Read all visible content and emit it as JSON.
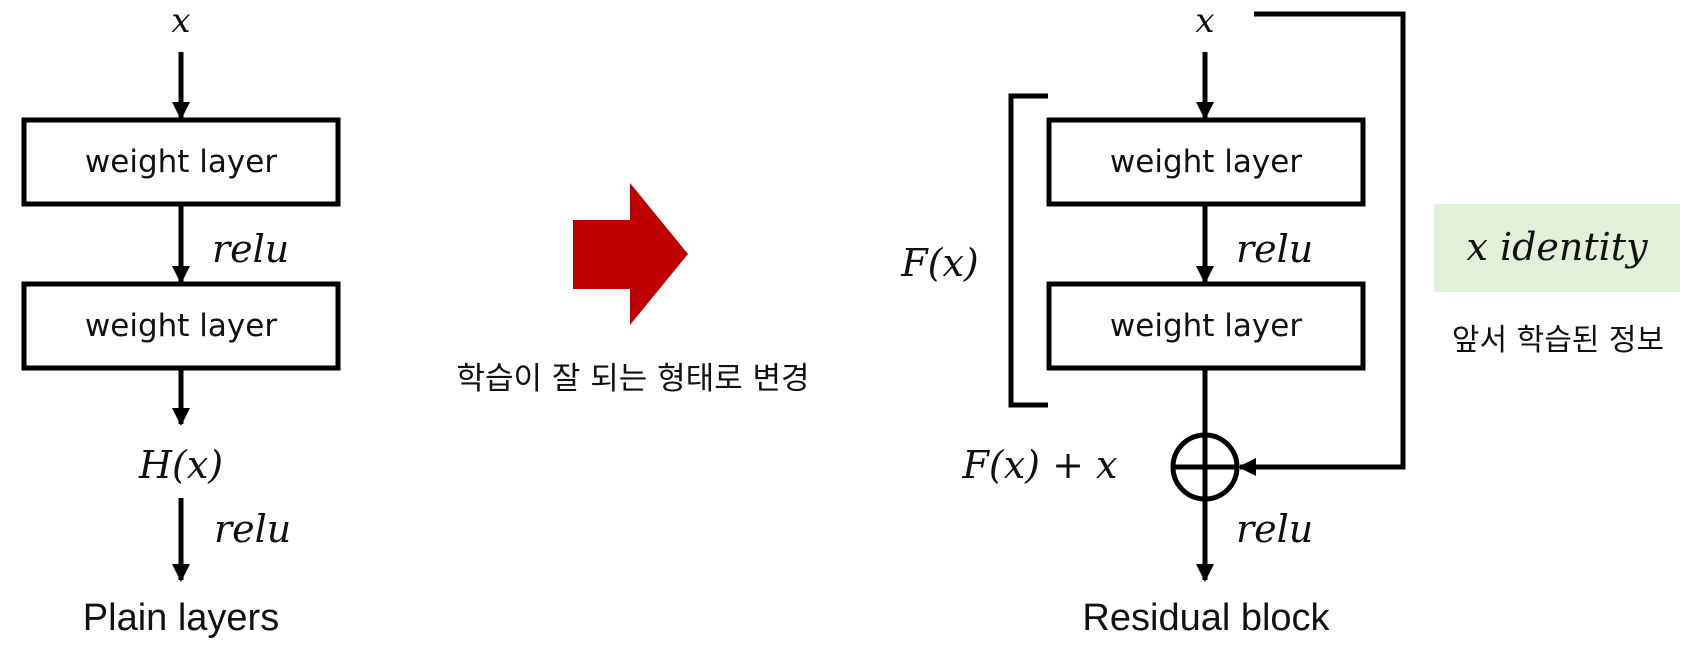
{
  "plain": {
    "input": "x",
    "layer1": "weight layer",
    "activation1": "relu",
    "layer2": "weight layer",
    "output": "H(x)",
    "activation2": "relu",
    "caption": "Plain layers"
  },
  "transition": {
    "arrow_color": "#c00000",
    "text": "학습이 잘 되는 형태로 변경"
  },
  "residual": {
    "input": "x",
    "function_label": "F(x)",
    "layer1": "weight layer",
    "activation1": "relu",
    "layer2": "weight layer",
    "sum_label": "F(x) + x",
    "activation2": "relu",
    "caption": "Residual block"
  },
  "identity_note": {
    "title": "x identity",
    "subtitle": "앞서 학습된 정보",
    "background": "#e2efd9"
  }
}
